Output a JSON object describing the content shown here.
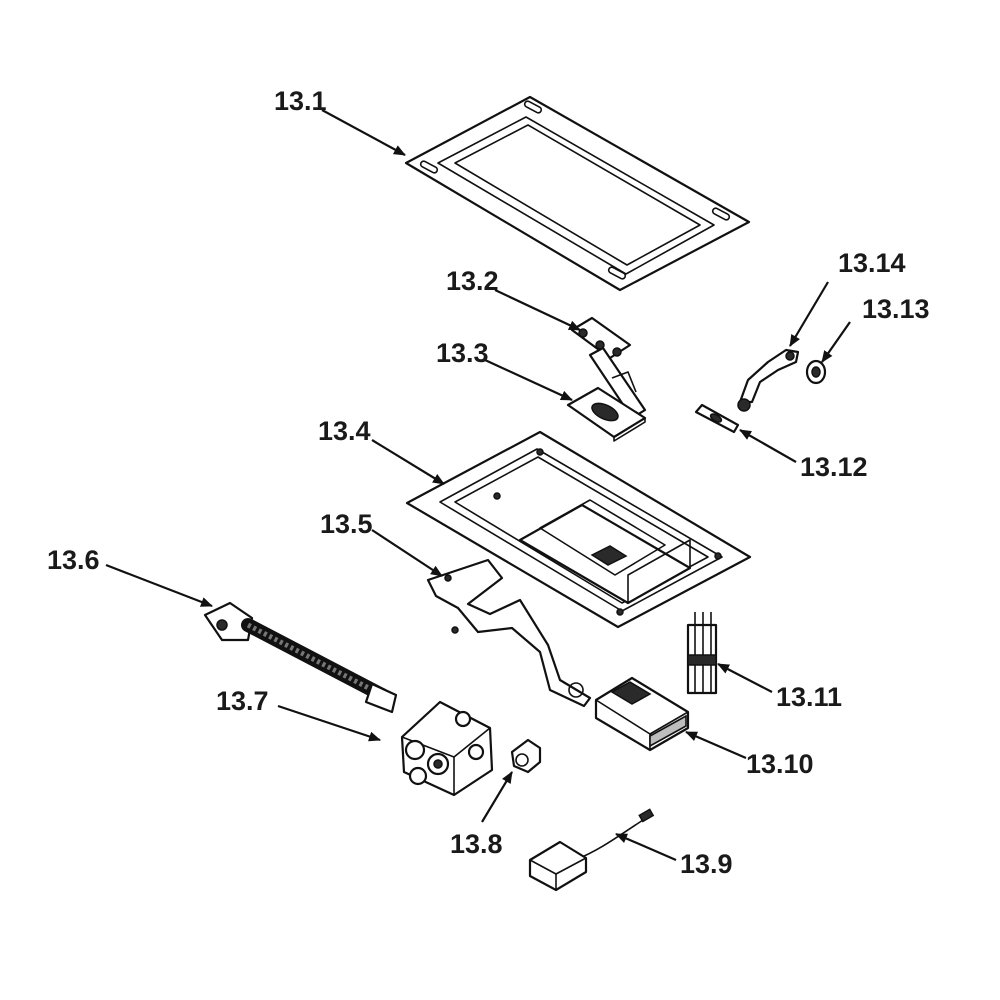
{
  "callouts": [
    {
      "id": "13.1",
      "label": "13.1"
    },
    {
      "id": "13.2",
      "label": "13.2"
    },
    {
      "id": "13.3",
      "label": "13.3"
    },
    {
      "id": "13.4",
      "label": "13.4"
    },
    {
      "id": "13.5",
      "label": "13.5"
    },
    {
      "id": "13.6",
      "label": "13.6"
    },
    {
      "id": "13.7",
      "label": "13.7"
    },
    {
      "id": "13.8",
      "label": "13.8"
    },
    {
      "id": "13.9",
      "label": "13.9"
    },
    {
      "id": "13.10",
      "label": "13.10"
    },
    {
      "id": "13.11",
      "label": "13.11"
    },
    {
      "id": "13.12",
      "label": "13.12"
    },
    {
      "id": "13.13",
      "label": "13.13"
    },
    {
      "id": "13.14",
      "label": "13.14"
    }
  ]
}
